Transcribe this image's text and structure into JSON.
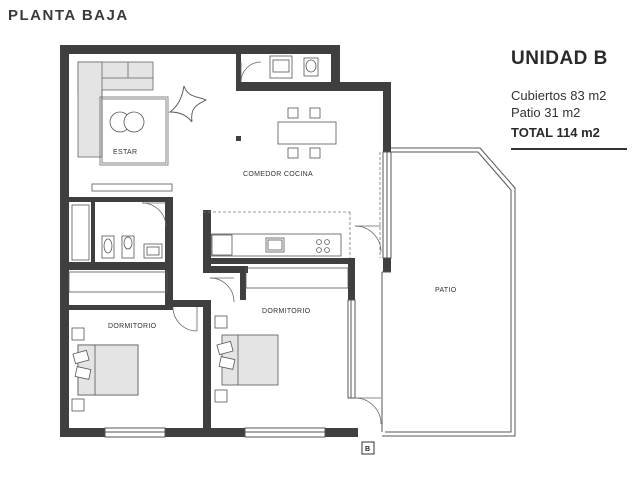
{
  "header": {
    "title": "PLANTA BAJA"
  },
  "summary": {
    "unit_name": "UNIDAD B",
    "covered": "Cubiertos 83 m2",
    "patio": "Patio 31 m2",
    "total": "TOTAL 114 m2"
  },
  "rooms": {
    "estar": "ESTAR",
    "comedor_cocina": "COMEDOR COCINA",
    "dormitorio_1": "DORMITORIO",
    "dormitorio_2": "DORMITORIO",
    "patio": "PATIO"
  },
  "marker": {
    "label": "B"
  },
  "colors": {
    "wall": "#3f3f3f",
    "line": "#555555",
    "furniture": "#e4e4e4"
  }
}
